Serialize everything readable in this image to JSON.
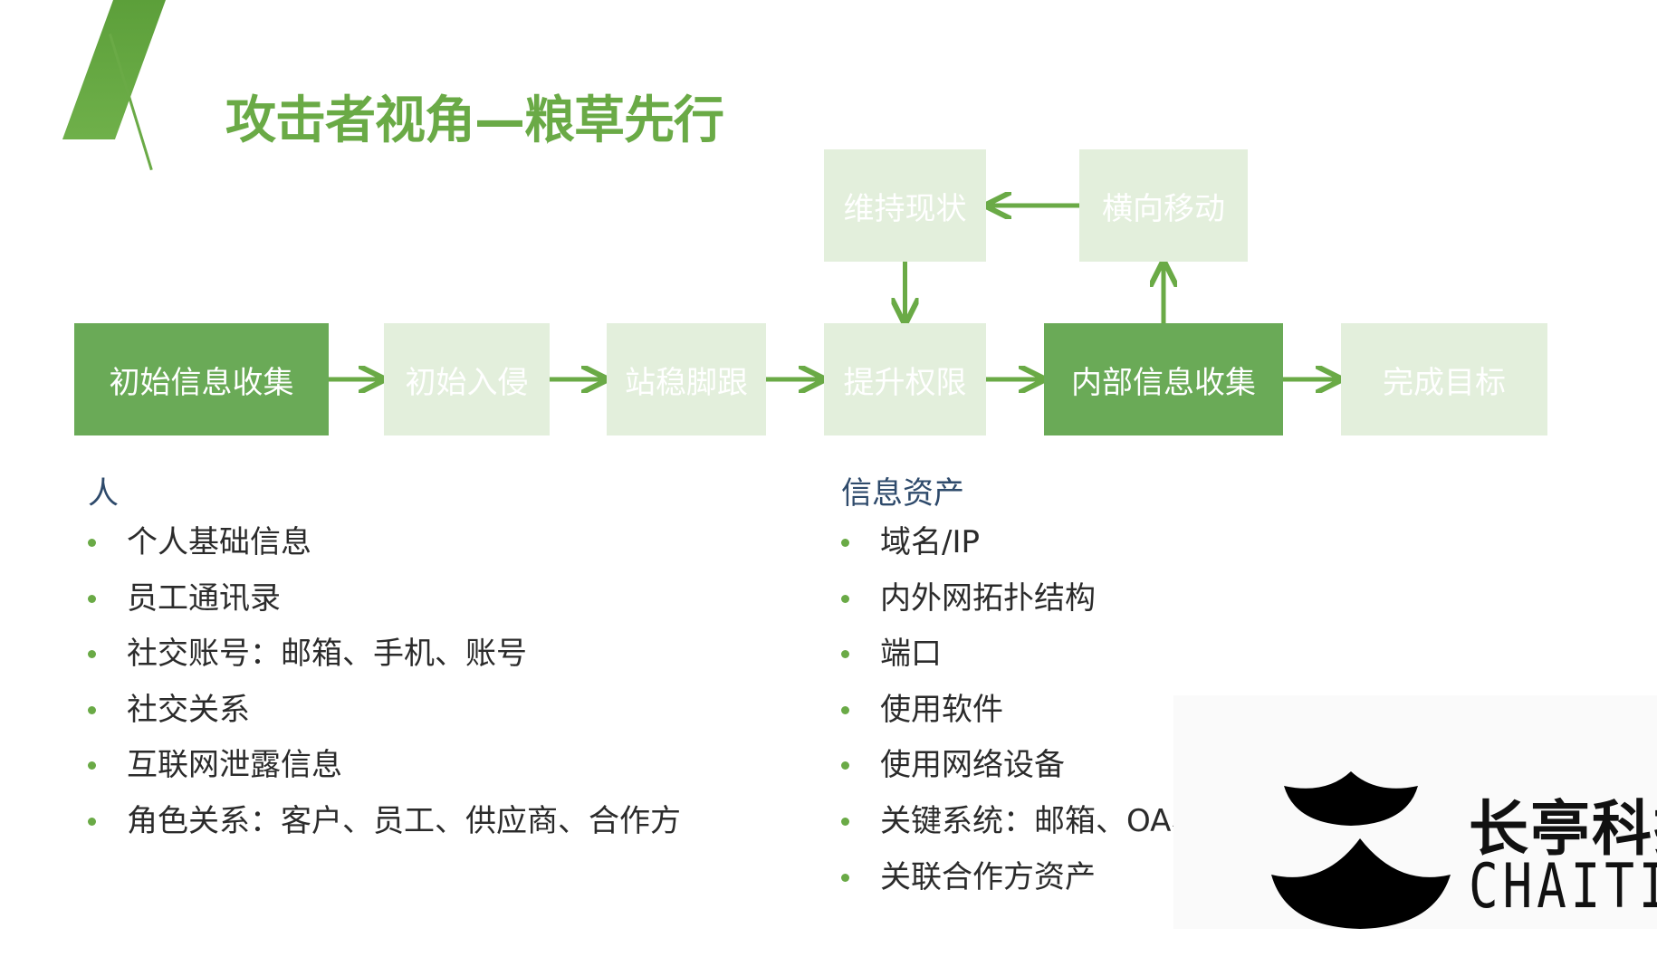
{
  "slide": {
    "title": "攻击者视角—粮草先行"
  },
  "flow": {
    "colors": {
      "active": "#6aaa57",
      "inactive": "#e3efdc",
      "arrow": "#6aaa46"
    },
    "stages": [
      {
        "id": "initial-info",
        "label": "初始信息收集",
        "state": "active"
      },
      {
        "id": "initial-intrusion",
        "label": "初始入侵",
        "state": "inactive"
      },
      {
        "id": "foothold",
        "label": "站稳脚跟",
        "state": "inactive"
      },
      {
        "id": "escalate",
        "label": "提升权限",
        "state": "inactive"
      },
      {
        "id": "internal-info",
        "label": "内部信息收集",
        "state": "active"
      },
      {
        "id": "complete",
        "label": "完成目标",
        "state": "inactive"
      },
      {
        "id": "maintain",
        "label": "维持现状",
        "state": "inactive"
      },
      {
        "id": "lateral",
        "label": "横向移动",
        "state": "inactive"
      }
    ],
    "edges": [
      [
        "initial-info",
        "initial-intrusion"
      ],
      [
        "initial-intrusion",
        "foothold"
      ],
      [
        "foothold",
        "escalate"
      ],
      [
        "escalate",
        "internal-info"
      ],
      [
        "internal-info",
        "complete"
      ],
      [
        "internal-info",
        "lateral"
      ],
      [
        "lateral",
        "maintain"
      ],
      [
        "maintain",
        "escalate"
      ]
    ]
  },
  "people": {
    "heading": "人",
    "items": [
      "个人基础信息",
      "员工通讯录",
      "社交账号：邮箱、手机、账号",
      "社交关系",
      "互联网泄露信息",
      "角色关系：客户、员工、供应商、合作方"
    ]
  },
  "assets": {
    "heading": "信息资产",
    "items": [
      "域名/IP",
      "内外网拓扑结构",
      "端口",
      "使用软件",
      "使用网络设备",
      "关键系统：邮箱、OA、VPN、域控",
      "关联合作方资产"
    ]
  },
  "logo": {
    "name_cn": "长亭科技",
    "name_en": "CHAITIN"
  }
}
